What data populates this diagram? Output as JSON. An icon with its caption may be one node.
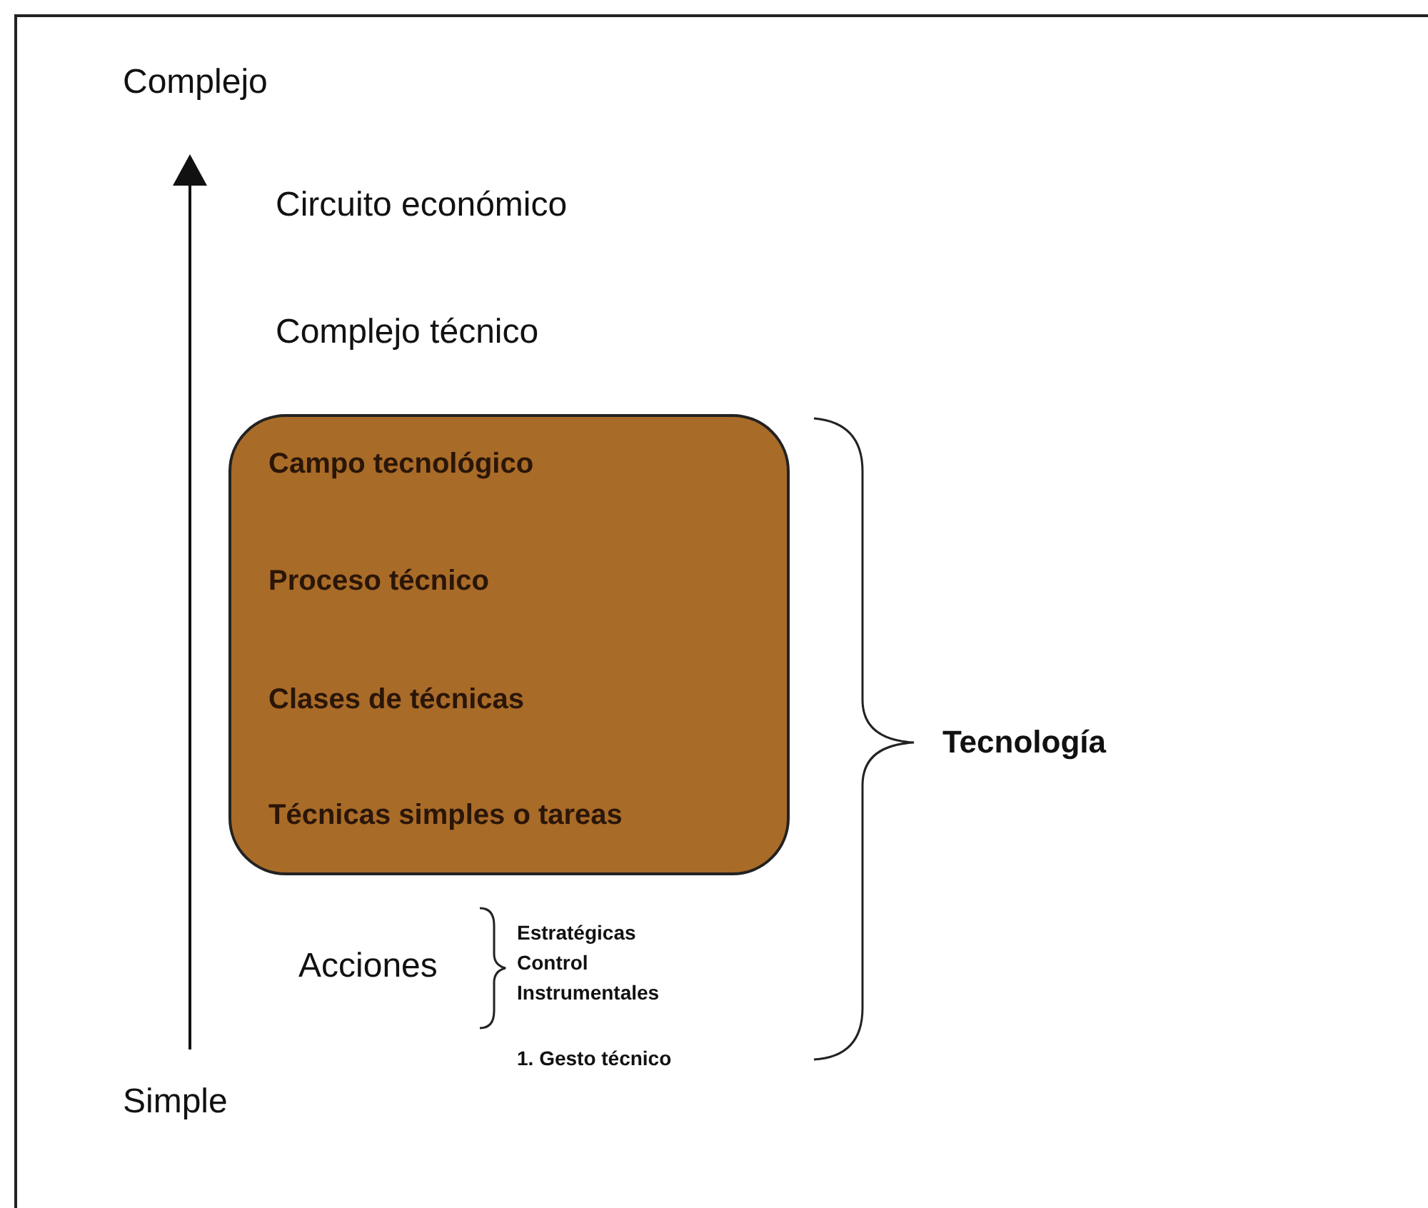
{
  "diagram": {
    "nodes": [
      {
        "text": [
          "Campo tecnológico",
          "Proceso técnico",
          "Clases de técnicas",
          "Técnicas simples o tareas"
        ]
      }
    ],
    "labels": [
      "Complejo",
      "Circuito económico",
      "Complejo técnico",
      "Tecnología",
      "Acciones",
      "Estratégicas",
      "Control",
      "Instrumentales",
      "1. Gesto técnico",
      "Simple"
    ]
  }
}
